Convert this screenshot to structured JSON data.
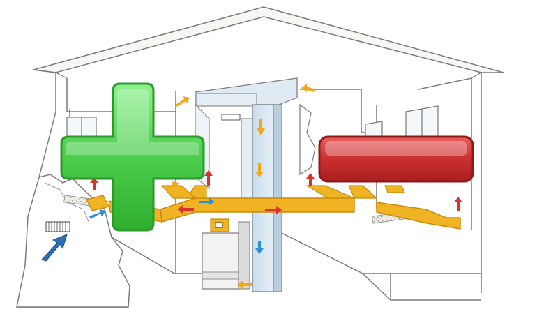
{
  "diagram": {
    "type": "hvac-house-cutaway",
    "symbols": {
      "pros": "plus-sign",
      "cons": "minus-sign"
    },
    "airflow": {
      "supply_color": "#d9342b",
      "return_color": "#f2a71b",
      "intake_color": "#2b8fd6"
    }
  },
  "colors": {
    "duct": "#f0b323",
    "duct_edge": "#c98a08",
    "plus": "#4fcf4f",
    "plus_edge": "#2a9a2a",
    "minus": "#cc2f2f",
    "minus_edge": "#8f1818",
    "wall_line": "#7a7a7a",
    "roof_fill": "#f7f7f3",
    "shaft": "#d6e6f2"
  }
}
